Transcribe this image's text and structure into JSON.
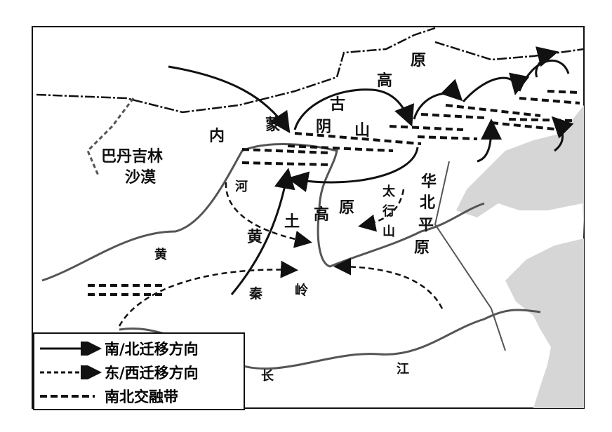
{
  "labels": {
    "yuan_top": "原",
    "gao_top": "高",
    "gu": "古",
    "meng": "蒙",
    "nei": "内",
    "yin": "阴",
    "shan": "山",
    "badain": "巴丹吉林",
    "desert": "沙漠",
    "he": "河",
    "huang_river": "黄",
    "huang_loess": "黄",
    "tu": "土",
    "gao_loess": "高",
    "yuan_loess": "原",
    "tai": "太",
    "hang": "行",
    "shan_taihang": "山",
    "hua": "华",
    "bei": "北",
    "ping": "平",
    "yuan_plain": "原",
    "qin": "秦",
    "ling": "岭",
    "chang": "长",
    "jiang": "江"
  },
  "legend": [
    {
      "label": "南/北迁移方向",
      "style": "solid-arrow"
    },
    {
      "label": "东/西迁移方向",
      "style": "dashed-arrow"
    },
    {
      "label": "南北交融带",
      "style": "dashed-line"
    }
  ],
  "colors": {
    "sea": "#d6d6d6",
    "line": "#111111",
    "river": "#555555"
  }
}
